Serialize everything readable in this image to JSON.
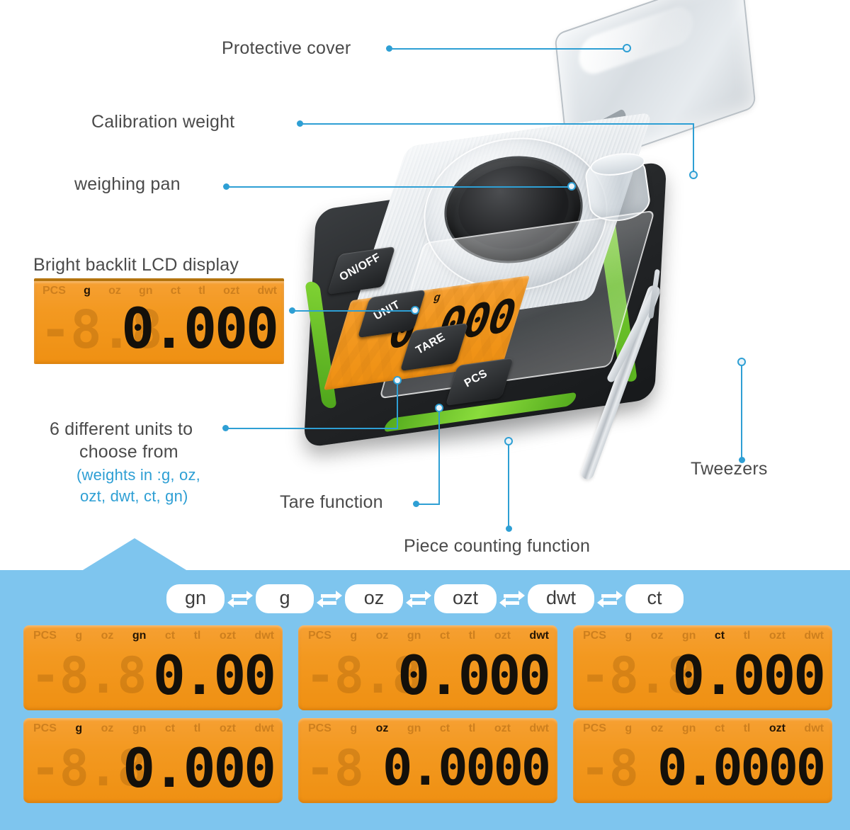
{
  "theme": {
    "accent_blue": "#2e9fd4",
    "panel_blue": "#7ec5ee",
    "lcd_orange": "#f39921",
    "label_gray": "#4a4a4a",
    "device_green": "#6ec72a",
    "device_black": "#2b2b2b"
  },
  "callouts": {
    "protective_cover": "Protective cover",
    "calibration_weight": "Calibration weight",
    "weighing_pan": "weighing pan",
    "lcd_display": "Bright backlit LCD display",
    "units_line1": "6 different units to",
    "units_line2": "choose from",
    "units_note_line1": "(weights in :g, oz,",
    "units_note_line2": "ozt, dwt, ct, gn)",
    "tare_function": "Tare function",
    "piece_counting": "Piece counting function",
    "tweezers": "Tweezers"
  },
  "device": {
    "buttons": [
      "ON/OFF",
      "UNIT",
      "TARE",
      "PCS"
    ],
    "screen_unit_label": "g"
  },
  "unit_chips": {
    "items": [
      "gn",
      "g",
      "oz",
      "ozt",
      "dwt",
      "ct"
    ],
    "separator_icon": "swap-arrows-icon"
  },
  "lcd": {
    "unit_labels": [
      "PCS",
      "g",
      "oz",
      "gn",
      "ct",
      "tl",
      "ozt",
      "dwt"
    ],
    "feature_display": {
      "active_unit": "g",
      "value": "0.000",
      "digits": [
        "0",
        ".",
        "0",
        "0",
        "0"
      ]
    },
    "grid": [
      {
        "active_unit": "gn",
        "value": "0.00",
        "digits": [
          "0",
          ".",
          "0",
          "0"
        ]
      },
      {
        "active_unit": "dwt",
        "value": "0.000",
        "digits": [
          "0",
          ".",
          "0",
          "0",
          "0"
        ]
      },
      {
        "active_unit": "ct",
        "value": "0.000",
        "digits": [
          "0",
          ".",
          "0",
          "0",
          "0"
        ]
      },
      {
        "active_unit": "g",
        "value": "0.000",
        "digits": [
          "0",
          ".",
          "0",
          "0",
          "0"
        ]
      },
      {
        "active_unit": "oz",
        "value": "0.0000",
        "digits": [
          "0",
          ".",
          "0",
          "0",
          "0",
          "0"
        ]
      },
      {
        "active_unit": "ozt",
        "value": "0.0000",
        "digits": [
          "0",
          ".",
          "0",
          "0",
          "0",
          "0"
        ]
      }
    ]
  }
}
